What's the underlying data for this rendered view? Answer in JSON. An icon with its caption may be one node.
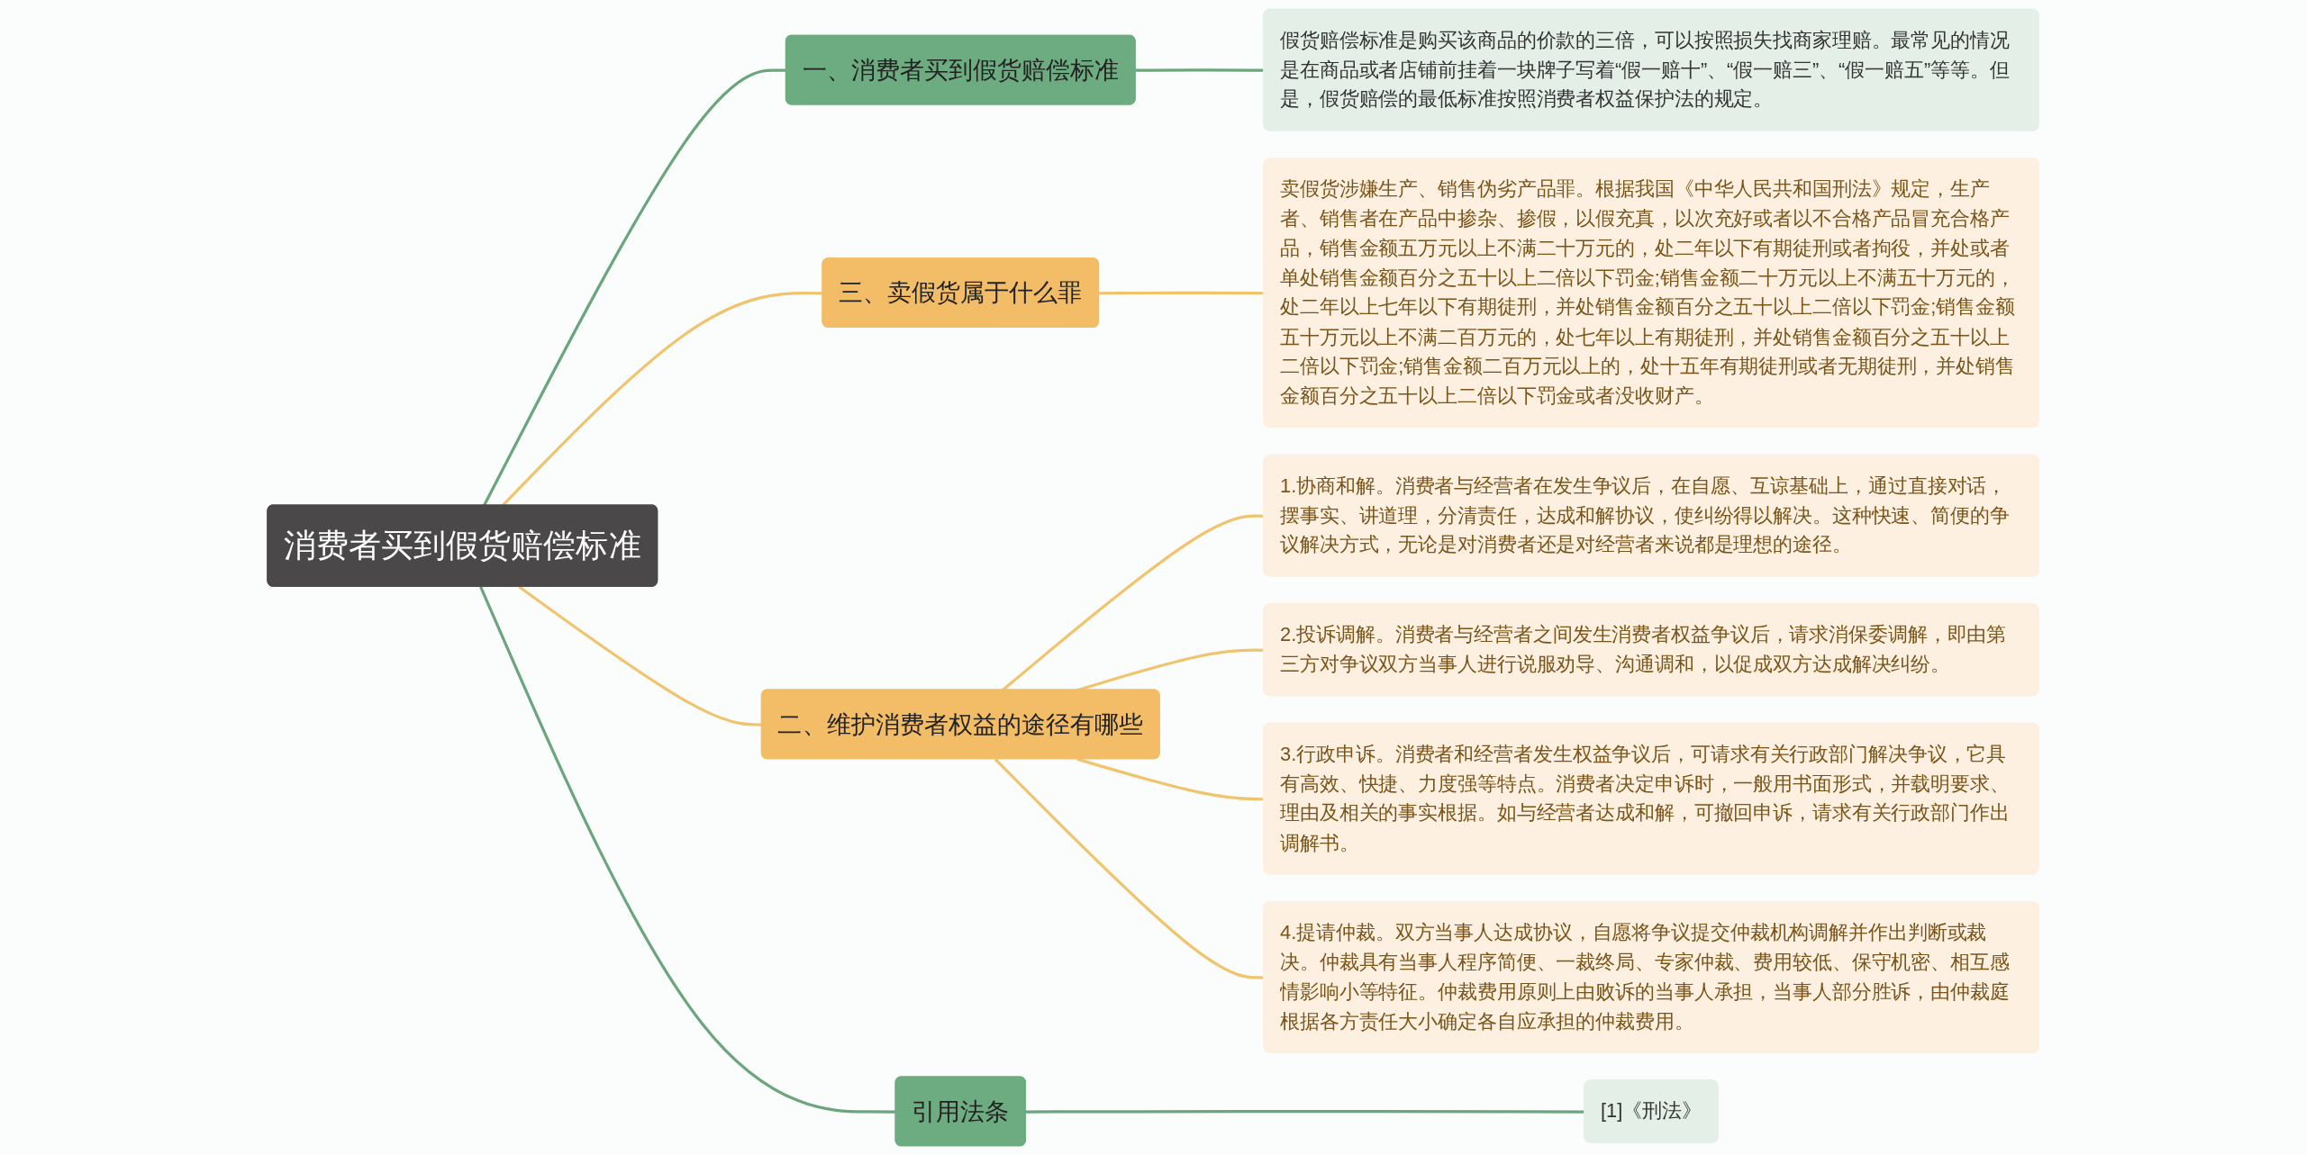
{
  "diagram": {
    "nodes": [
      {
        "text": [
          "消费者买到假货赔偿标准"
        ]
      },
      {
        "text": [
          "一、消费者买到假货赔偿标准"
        ]
      },
      {
        "text": [
          "假货赔偿标准是购买该商品的价款的三倍，可以按照损失找商家理赔。最常见的情况是在商品或者店铺前挂着一块牌子写着“假一赔十”、“假一赔三”、“假一赔五”等等。但是，假货赔偿的最低标准按照消费者权益保护法的规定。"
        ]
      },
      {
        "text": [
          "三、卖假货属于什么罪"
        ]
      },
      {
        "text": [
          "卖假货涉嫌生产、销售伪劣产品罪。根据我国《中华人民共和国刑法》规定，生产者、销售者在产品中掺杂、掺假，以假充真，以次充好或者以不合格产品冒充合格产品，销售金额五万元以上不满二十万元的，处二年以下有期徒刑或者拘役，并处或者单处销售金额百分之五十以上二倍以下罚金;销售金额二十万元以上不满五十万元的，处二年以上七年以下有期徒刑，并处销售金额百分之五十以上二倍以下罚金;销售金额五十万元以上不满二百万元的，处七年以上有期徒刑，并处销售金额百分之五十以上二倍以下罚金;销售金额二百万元以上的，处十五年有期徒刑或者无期徒刑，并处销售金额百分之五十以上二倍以下罚金或者没收财产。"
        ]
      },
      {
        "text": [
          "二、维护消费者权益的途径有哪些"
        ]
      },
      {
        "text": [
          "1.协商和解。消费者与经营者在发生争议后，在自愿、互谅基础上，通过直接对话，摆事实、讲道理，分清责任，达成和解协议，使纠纷得以解决。这种快速、简便的争议解决方式，无论是对消费者还是对经营者来说都是理想的途径。"
        ]
      },
      {
        "text": [
          "2.投诉调解。消费者与经营者之间发生消费者权益争议后，请求消保委调解，即由第三方对争议双方当事人进行说服劝导、沟通调和，以促成双方达成解决纠纷。"
        ]
      },
      {
        "text": [
          "3.行政申诉。消费者和经营者发生权益争议后，可请求有关行政部门解决争议，它具有高效、快捷、力度强等特点。消费者决定申诉时，一般用书面形式，并载明要求、理由及相关的事实根据。如与经营者达成和解，可撤回申诉，请求有关行政部门作出调解书。"
        ]
      },
      {
        "text": [
          "4.提请仲裁。双方当事人达成协议，自愿将争议提交仲裁机构调解并作出判断或裁决。仲裁具有当事人程序简便、一裁终局、专家仲裁、费用较低、保守机密、相互感情影响小等特征。仲裁费用原则上由败诉的当事人承担，当事人部分胜诉，由仲裁庭根据各方责任大小确定各自应承担的仲裁费用。"
        ]
      },
      {
        "text": [
          "引用法条"
        ]
      },
      {
        "text": [
          "[1]《刑法》"
        ]
      }
    ],
    "edges": [
      {
        "from": 0,
        "to": 1,
        "arrow": "none",
        "color": "#6aa57c"
      },
      {
        "from": 1,
        "to": 2,
        "arrow": "none",
        "color": "#6aa57c"
      },
      {
        "from": 0,
        "to": 3,
        "arrow": "none"
      },
      {
        "from": 3,
        "to": 4,
        "arrow": "none"
      },
      {
        "from": 0,
        "to": 5,
        "arrow": "none"
      },
      {
        "from": 5,
        "to": 6,
        "arrow": "none"
      },
      {
        "from": 5,
        "to": 7,
        "arrow": "none"
      },
      {
        "from": 5,
        "to": 8,
        "arrow": "none"
      },
      {
        "from": 5,
        "to": 9,
        "arrow": "none"
      },
      {
        "from": 0,
        "to": 10,
        "arrow": "none",
        "color": "#6aa57c"
      },
      {
        "from": 10,
        "to": 11,
        "arrow": "none",
        "color": "#6aa57c"
      }
    ]
  }
}
